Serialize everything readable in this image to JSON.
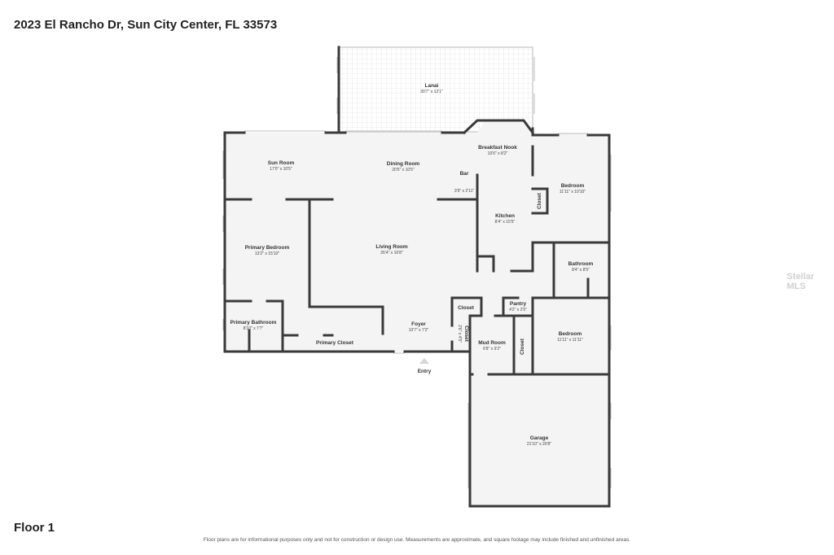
{
  "header": {
    "address": "2023 El Rancho Dr, Sun City Center, FL 33573"
  },
  "floor": {
    "label": "Floor 1"
  },
  "footer": {
    "disclaimer": "Floor plans are for informational purposes only and not for construction or design use. Measurements are approximate, and square footage may include finished and unfinished areas."
  },
  "watermark": {
    "text": "Stellar MLS"
  },
  "rooms": {
    "lanai": {
      "name": "Lanai",
      "dims": "30'7\" x 13'1\""
    },
    "breakfast_nook": {
      "name": "Breakfast Nook",
      "dims": "10'6\" x 8'2\""
    },
    "sun_room": {
      "name": "Sun Room",
      "dims": "17'0\" x 10'5\""
    },
    "dining_room": {
      "name": "Dining Room",
      "dims": "20'5\" x 10'5\""
    },
    "bar": {
      "name": "Bar",
      "dims": "3'9\" x 2'11\""
    },
    "bedroom_1": {
      "name": "Bedroom",
      "dims": "11'11\" x 10'10\""
    },
    "closet_1": {
      "name": "Closet"
    },
    "kitchen": {
      "name": "Kitchen",
      "dims": "8'4\" x 15'5\""
    },
    "primary_bedroom": {
      "name": "Primary Bedroom",
      "dims": "13'2\" x 15'10\""
    },
    "living_room": {
      "name": "Living Room",
      "dims": "26'4\" x 16'8\""
    },
    "bathroom": {
      "name": "Bathroom",
      "dims": "8'4\" x 8'5\""
    },
    "closet_2": {
      "name": "Closet"
    },
    "pantry": {
      "name": "Pantry",
      "dims": "4'2\" x 2'5\""
    },
    "primary_bathroom": {
      "name": "Primary Bathroom",
      "dims": "8'10\" x 7'7\""
    },
    "foyer": {
      "name": "Foyer",
      "dims": "10'7\" x 7'2\""
    },
    "closet_3": {
      "name": "Closet",
      "dims": "2'6\" x 4'5\""
    },
    "mud_room": {
      "name": "Mud Room",
      "dims": "6'8\" x 9'2\""
    },
    "closet_4": {
      "name": "Closet"
    },
    "bedroom_2": {
      "name": "Bedroom",
      "dims": "11'11\" x 11'11\""
    },
    "primary_closet": {
      "name": "Primary Closet"
    },
    "entry": {
      "name": "Entry"
    },
    "garage": {
      "name": "Garage",
      "dims": "21'10\" x 20'8\""
    }
  }
}
